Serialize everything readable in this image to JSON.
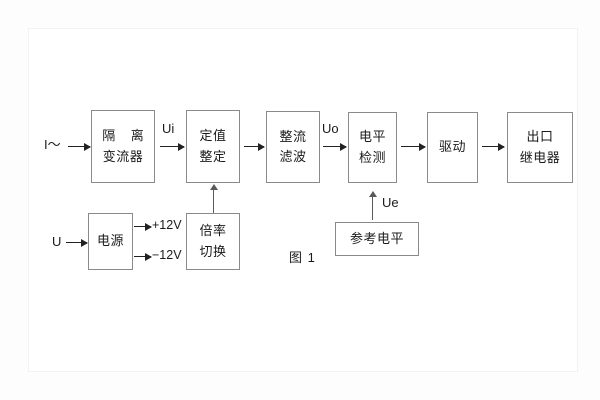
{
  "figure": {
    "caption": "图 1",
    "frame_color": "#f2f2f2",
    "line_color": "#222222",
    "block_border_color": "#8a8a8a",
    "background": "#ffffff"
  },
  "inputs": [
    {
      "name": "current-input",
      "label": "I～"
    },
    {
      "name": "voltage-input",
      "label": "U"
    }
  ],
  "blocks": [
    {
      "name": "isolation-transformer",
      "line1": "隔 离",
      "line2": "变流器"
    },
    {
      "name": "setting-adjustment",
      "line1": "定值",
      "line2": "整定"
    },
    {
      "name": "rectifier-filter",
      "line1": "整流",
      "line2": "滤波"
    },
    {
      "name": "level-detection",
      "line1": "电平",
      "line2": "检测"
    },
    {
      "name": "drive",
      "line1": "驱动",
      "line2": ""
    },
    {
      "name": "output-relay",
      "line1": "出口",
      "line2": "继电器"
    },
    {
      "name": "power-supply",
      "line1": "电源",
      "line2": ""
    },
    {
      "name": "multiplier-switch",
      "line1": "倍率",
      "line2": "切换"
    },
    {
      "name": "reference-level",
      "line1": "参考电平",
      "line2": ""
    }
  ],
  "signals": [
    {
      "name": "signal-ui",
      "label": "Ui"
    },
    {
      "name": "signal-uo",
      "label": "Uo"
    },
    {
      "name": "signal-ue",
      "label": "Ue"
    }
  ],
  "power_rails": [
    {
      "name": "rail-positive-12v",
      "label": "+12V"
    },
    {
      "name": "rail-negative-12v",
      "label": "−12V"
    }
  ]
}
